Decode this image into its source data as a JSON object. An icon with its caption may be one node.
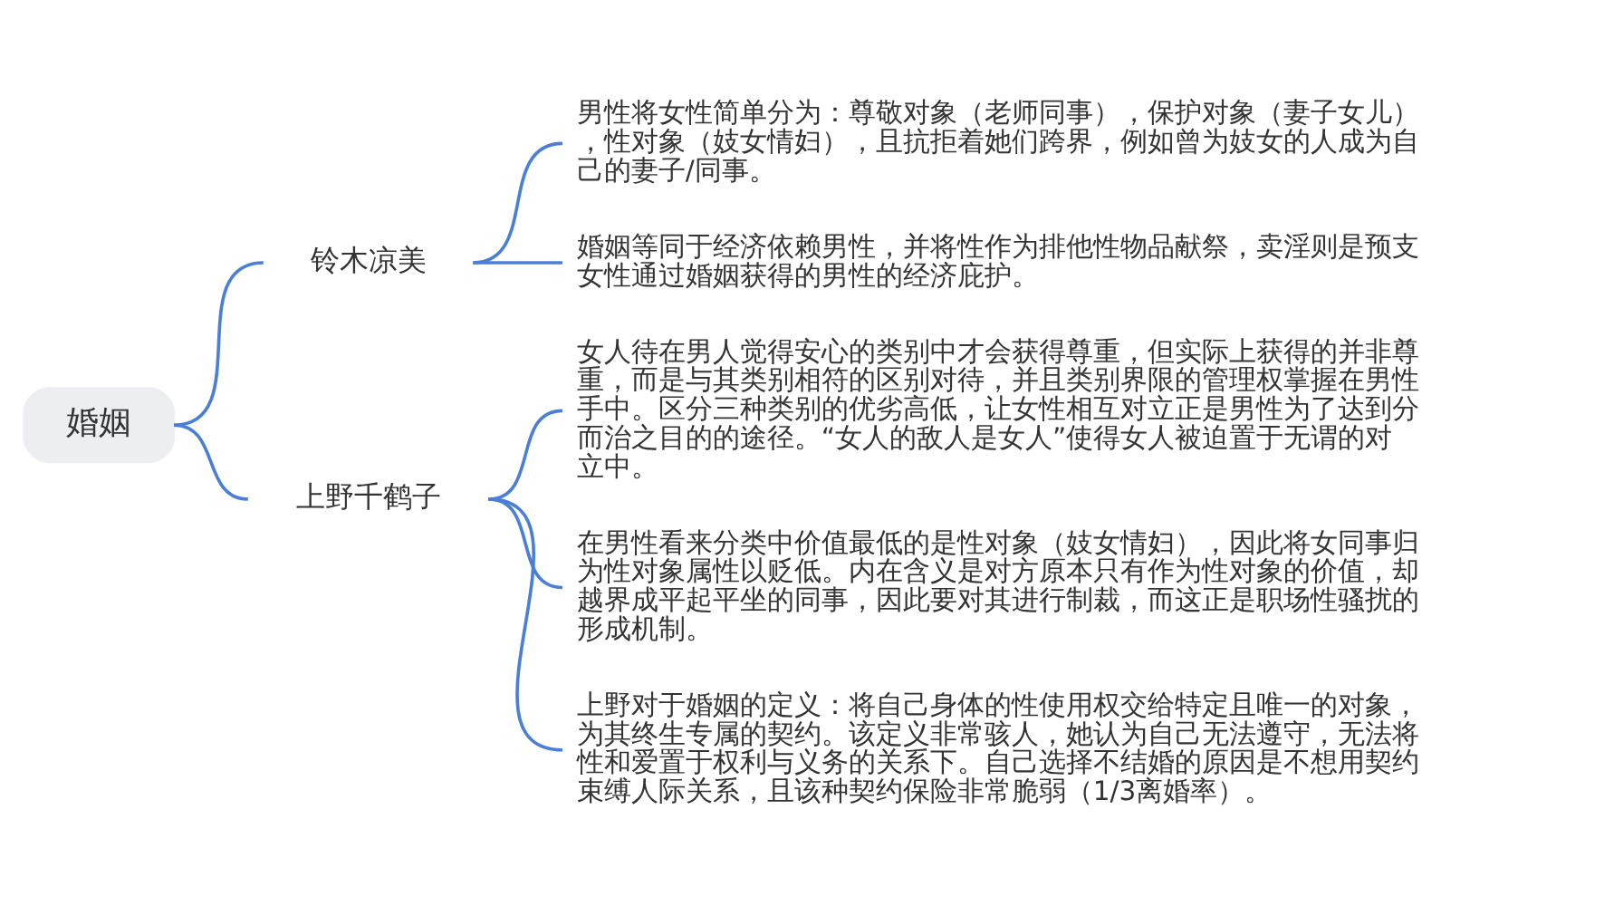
{
  "diagram": {
    "nodes": [
      {
        "text": [
          "婚姻"
        ]
      },
      {
        "text": [
          "铃木凉美"
        ]
      },
      {
        "text": [
          "男性将女性简单分为：尊敬对象（老师同事），保护对象（妻子女儿），性对象（妓女情妇），且抗拒着她们跨界，例如曾为妓女的人成为自己的妻子/同事。"
        ]
      },
      {
        "text": [
          "婚姻等同于经济依赖男性，并将性作为排他性物品献祭，卖淫则是预支女性通过婚姻获得的男性的经济庇护。"
        ]
      },
      {
        "text": [
          "上野千鹤子"
        ]
      },
      {
        "text": [
          "女人待在男人觉得安心的类别中才会获得尊重，但实际上获得的并非尊重，而是与其类别相符的区别对待，并且类别界限的管理权掌握在男性手中。区分三种类别的优劣高低，让女性相互对立正是男性为了达到分而治之目的的途径。“女人的敌人是女人”使得女人被迫置于无谓的对立中。"
        ]
      },
      {
        "text": [
          "在男性看来分类中价值最低的是性对象（妓女情妇），因此将女同事归为性对象属性以贬低。内在含义是对方原本只有作为性对象的价值，却越界成平起平坐的同事，因此要对其进行制裁，而这正是职场性骚扰的形成机制。"
        ]
      },
      {
        "text": [
          "上野对于婚姻的定义：将自己身体的性使用权交给特定且唯一的对象，为其终生专属的契约。该定义非常骇人，她认为自己无法遵守，无法将性和爱置于权利与义务的关系下。自己选择不结婚的原因是不想用契约束缚人际关系，且该种契约保险非常脆弱（1/3离婚率）。"
        ]
      }
    ],
    "edges": [
      {
        "from": 0,
        "to": 1,
        "arrow": "none"
      },
      {
        "from": 0,
        "to": 4,
        "arrow": "none"
      },
      {
        "from": 1,
        "to": 2,
        "arrow": "none"
      },
      {
        "from": 1,
        "to": 3,
        "arrow": "none"
      },
      {
        "from": 4,
        "to": 5,
        "arrow": "none"
      },
      {
        "from": 4,
        "to": 6,
        "arrow": "none"
      },
      {
        "from": 4,
        "to": 7,
        "arrow": "none"
      }
    ]
  }
}
